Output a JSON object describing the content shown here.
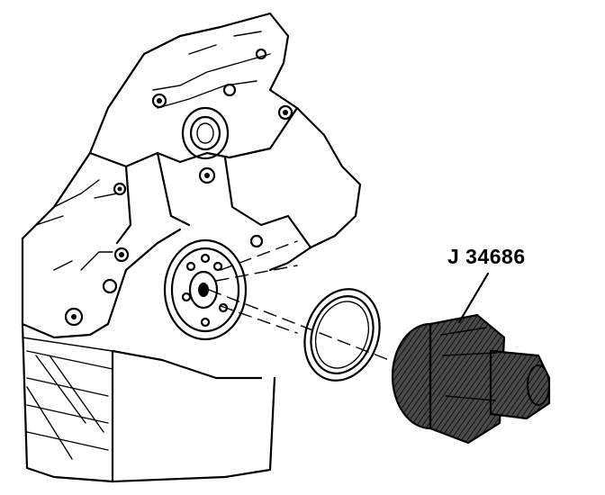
{
  "callout": {
    "tool_number": "J 34686"
  },
  "colors": {
    "ink": "#000000",
    "background": "#ffffff",
    "tool_fill": "#3a3a3a"
  },
  "parts": [
    "engine-block",
    "oil-pan",
    "crankshaft-flange",
    "rear-main-seal",
    "seal-installer-tool"
  ]
}
